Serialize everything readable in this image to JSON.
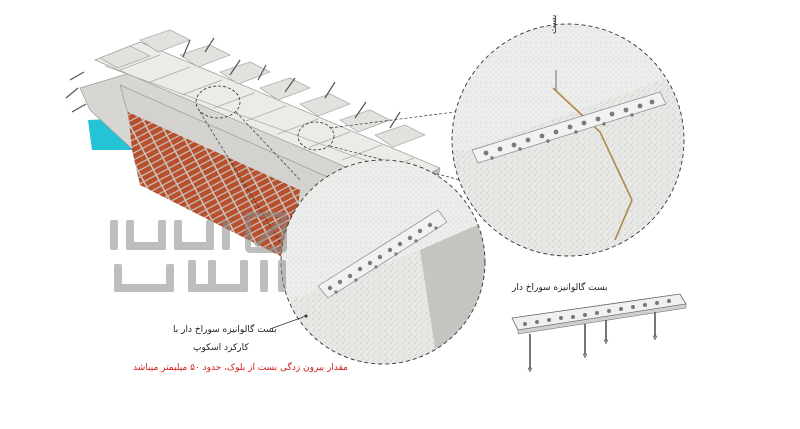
{
  "labels": {
    "top_callout": "بست",
    "strap_label_line1": "بست گالوانیزه سوراخ دار با",
    "strap_label_line2": "کارکرد اسکوپ",
    "note": "مقدار بیرون زدگی بست از بلوک، حدود ۵۰ میلیمتر میباشد",
    "detail_title": "بست گالوانیزه سوراخ دار"
  },
  "watermark": {
    "text": "ایران والپست"
  },
  "colors": {
    "block": "#e4e4e2",
    "block_shade": "#c9c9c6",
    "brick": "#b8502e",
    "strap": "#f1f1f1",
    "hole": "#7a7a7a",
    "note_red": "#d01b1b",
    "accent_cyan": "#25c3d6",
    "leader": "#333333"
  },
  "icons": {
    "watermark_logo": "iran-wallpost-logo-icon"
  }
}
